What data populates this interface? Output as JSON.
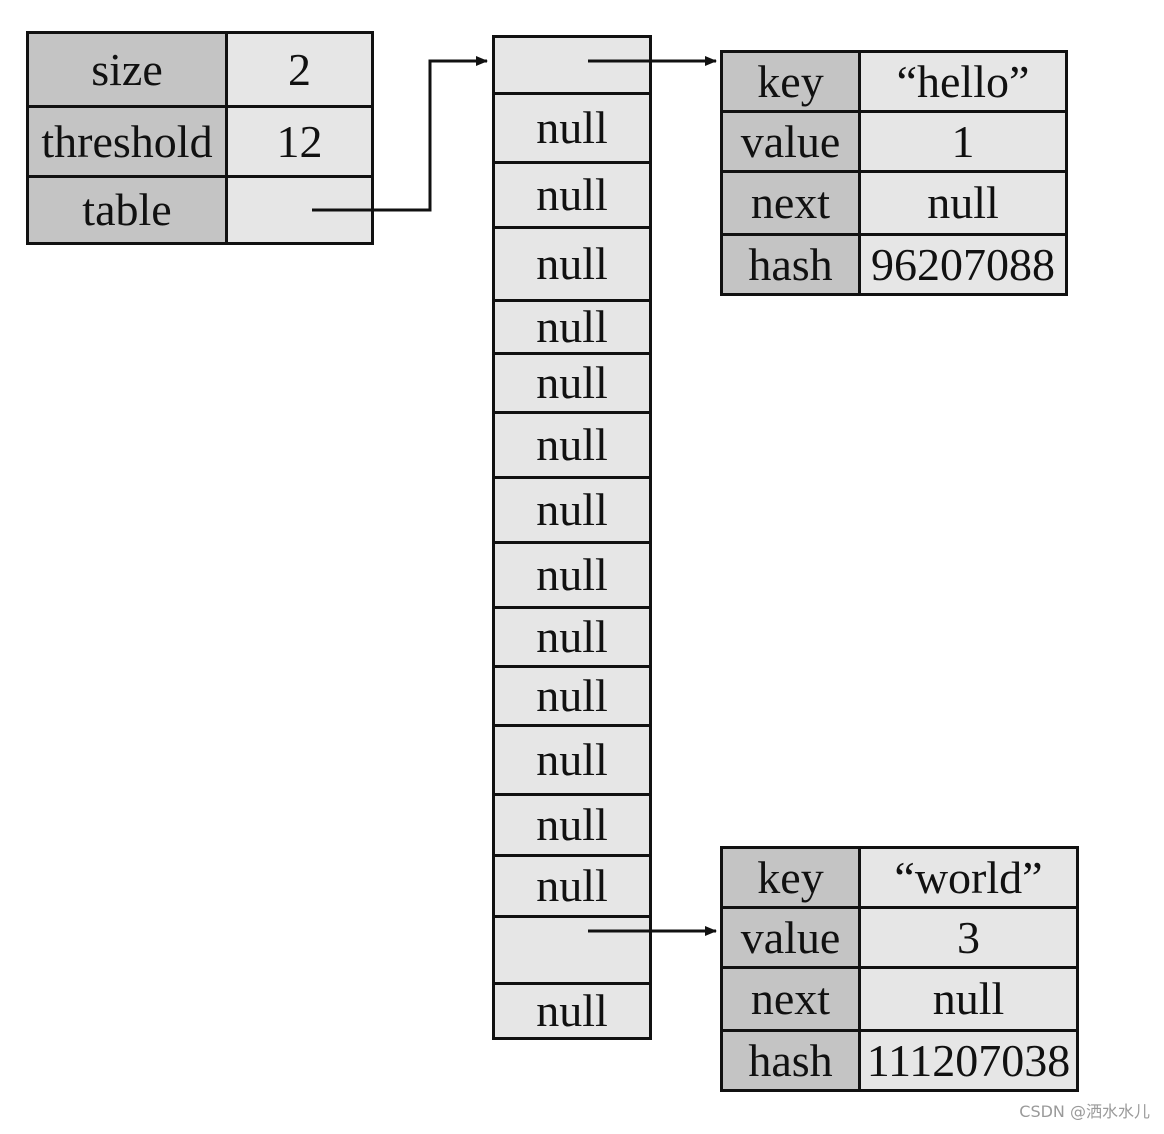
{
  "hashmap": {
    "rows": [
      {
        "label": "size",
        "value": "2"
      },
      {
        "label": "threshold",
        "value": "12"
      },
      {
        "label": "table",
        "value": ""
      }
    ]
  },
  "table": {
    "slots": [
      "",
      "null",
      "null",
      "null",
      "null",
      "null",
      "null",
      "null",
      "null",
      "null",
      "null",
      "null",
      "null",
      "null",
      "",
      "null"
    ]
  },
  "entries": [
    {
      "rows": [
        {
          "label": "key",
          "value": "“hello”"
        },
        {
          "label": "value",
          "value": "1"
        },
        {
          "label": "next",
          "value": "null"
        },
        {
          "label": "hash",
          "value": "96207088"
        }
      ]
    },
    {
      "rows": [
        {
          "label": "key",
          "value": "“world”"
        },
        {
          "label": "value",
          "value": "3"
        },
        {
          "label": "next",
          "value": "null"
        },
        {
          "label": "hash",
          "value": "111207038"
        }
      ]
    }
  ],
  "watermark": "CSDN @洒水水儿"
}
